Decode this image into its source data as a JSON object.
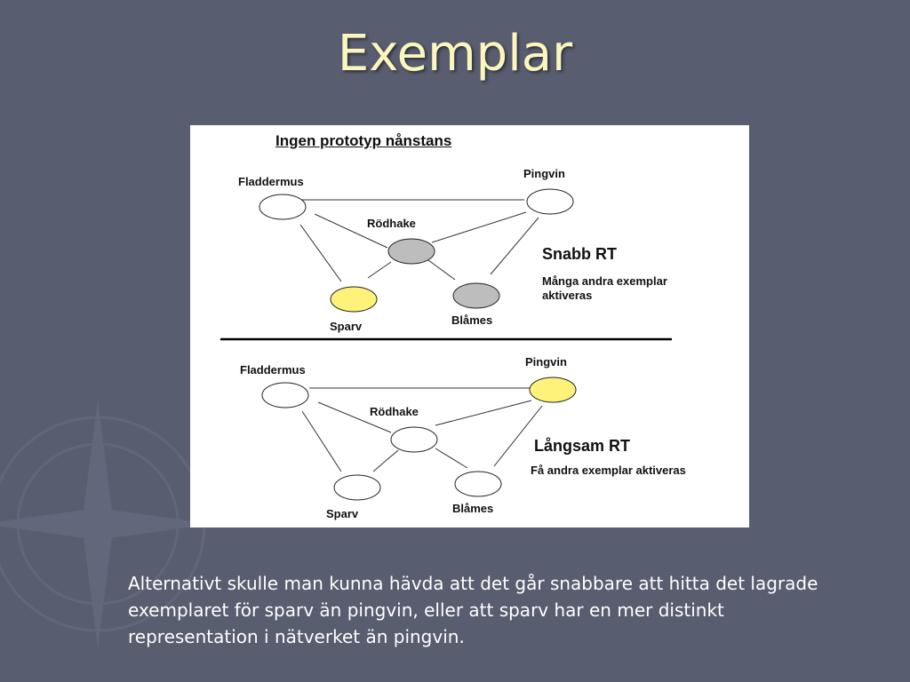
{
  "slide": {
    "title": "Exemplar",
    "caption": "Alternativt skulle man kunna hävda att det går snabbare att hitta det lagrade exemplaret för sparv än pingvin, eller att sparv har en mer distinkt representation i nätverket än pingvin."
  },
  "figure": {
    "heading": "Ingen prototyp nånstans",
    "top": {
      "nodes": {
        "fladdermus": "Fladdermus",
        "pingvin": "Pingvin",
        "rodhake": "Rödhake",
        "sparv": "Sparv",
        "blames": "Blåmes"
      },
      "rt_title": "Snabb RT",
      "rt_text": "Många andra exemplar aktiveras"
    },
    "bottom": {
      "nodes": {
        "fladdermus": "Fladdermus",
        "pingvin": "Pingvin",
        "rodhake": "Rödhake",
        "sparv": "Sparv",
        "blames": "Blåmes"
      },
      "rt_title": "Långsam RT",
      "rt_text": "Få andra exemplar aktiveras"
    }
  },
  "colors": {
    "background": "#595d70",
    "title": "#fbf6bd",
    "active_yellow": "#fff27a",
    "active_gray": "#bdbdbd",
    "inactive": "#ffffff"
  }
}
